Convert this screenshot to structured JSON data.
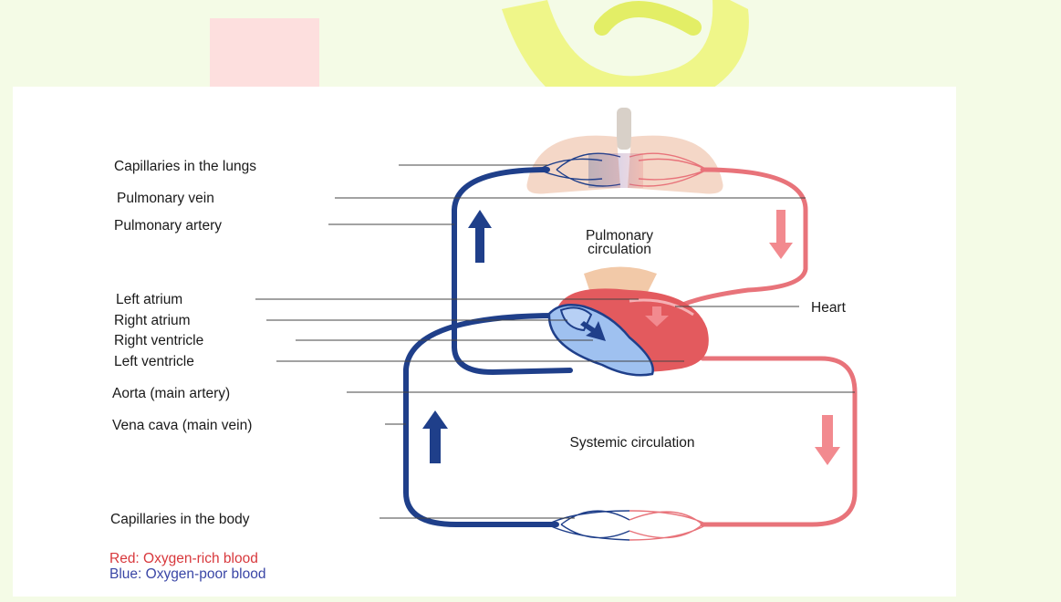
{
  "labels": {
    "capillaries_lungs": "Capillaries in the lungs",
    "pulmonary_vein": "Pulmonary vein",
    "pulmonary_artery": "Pulmonary artery",
    "left_atrium": "Left atrium",
    "right_atrium": "Right atrium",
    "right_ventricle": "Right ventricle",
    "left_ventricle": "Left ventricle",
    "aorta": "Aorta (main artery)",
    "vena_cava": "Vena cava (main vein)",
    "capillaries_body": "Capillaries in the body",
    "heart": "Heart"
  },
  "regions": {
    "pulmonary_line1": "Pulmonary",
    "pulmonary_line2": "circulation",
    "systemic": "Systemic circulation"
  },
  "key": {
    "red": "Red: Oxygen-rich blood",
    "blue": "Blue: Oxygen-poor blood"
  },
  "colors": {
    "oxygen_rich": "#e8737a",
    "oxygen_poor": "#1f3f8a",
    "watermark_red": "#ff4d5e",
    "watermark_yellow": "#e7f05a"
  }
}
